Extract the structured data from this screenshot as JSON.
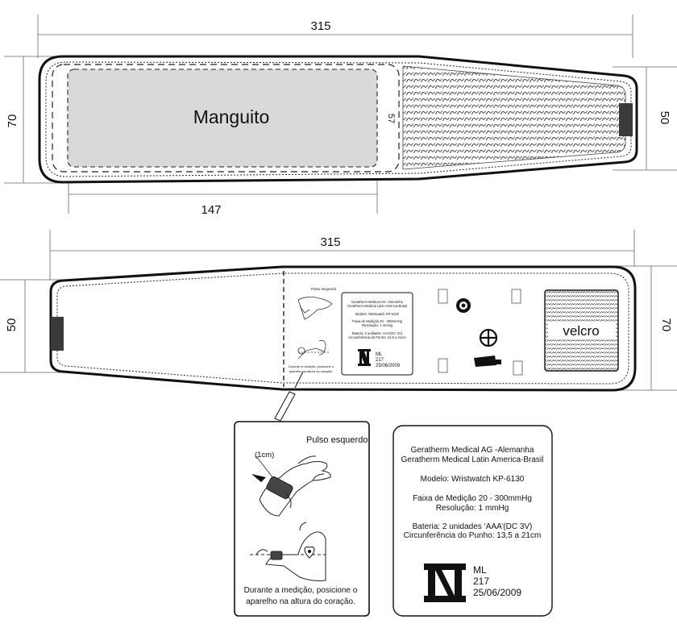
{
  "top_view": {
    "overall_length": "315",
    "height_left": "70",
    "height_right": "50",
    "bladder_length": "147",
    "bladder_height": "57",
    "cuff_label": "Manguito"
  },
  "bottom_view": {
    "overall_length": "315",
    "height_left": "50",
    "height_right": "70",
    "velcro_label": "velcro"
  },
  "instruction_card": {
    "title": "Pulso esquerdo",
    "offset": "(1cm)",
    "caption_line1": "Durante a medição, posicione o",
    "caption_line2": "aparelho na altura do coração."
  },
  "spec_label": {
    "maker_line1": "Geratherm Medical AG -Alemanha",
    "maker_line2": "Geratherm Medical Latin America-Brasil",
    "model": "Modelo: Wristwatch KP-6130",
    "range": "Faixa de Medição 20 - 300mmHg",
    "resolution": "Resolução: 1 mmHg",
    "battery": "Bateria: 2 unidades ‘AAA’(DC 3V)",
    "circumference": "Circunferência do Punho: 13,5 a 21cm",
    "cert_code": "ML",
    "cert_number": "217",
    "cert_date": "25/06/2009"
  },
  "colors": {
    "outline": "#111111",
    "bladder_fill": "#d9d9d9",
    "tab_fill": "#3a3a3a"
  }
}
